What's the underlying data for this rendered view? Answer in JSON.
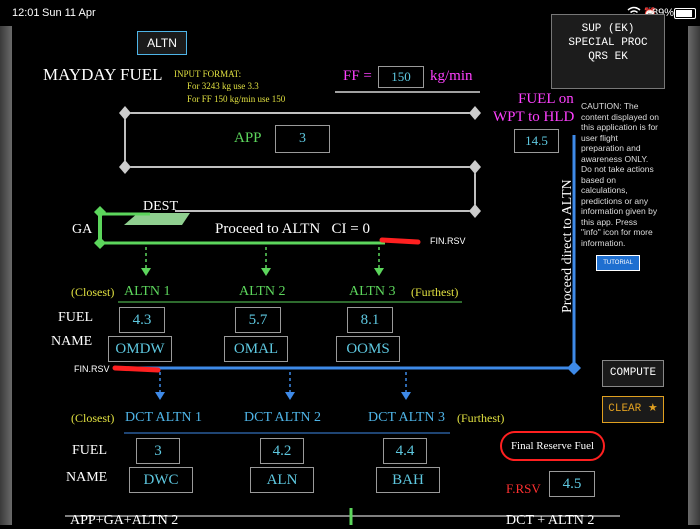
{
  "status": {
    "time": "12:01",
    "date": "Sun 11 Apr",
    "battery": "89%"
  },
  "header": {
    "altn_button": "ALTN",
    "sup_button": [
      "SUP (EK)",
      "SPECIAL PROC",
      "QRS EK"
    ],
    "title": "MAYDAY FUEL",
    "input_format": {
      "heading": "INPUT FORMAT:",
      "line1": "For 3243 kg use 3.3",
      "line2": "For FF 150 kg/min use 150"
    },
    "ff_label": "FF =",
    "ff_value": "150",
    "ff_unit": "kg/min"
  },
  "fuel_on_wpt": {
    "label1": "FUEL on",
    "label2": "WPT to HLD",
    "value": "14.5"
  },
  "app": {
    "label": "APP",
    "value": "3"
  },
  "route": {
    "dest": "DEST",
    "ga": "GA",
    "proceed": "Proceed to ALTN   CI = 0",
    "fin_rsv": "FIN.RSV",
    "proceed_direct": "Proceed direct to ALTN",
    "fin_rsv_lower": "FIN.RSV"
  },
  "caution": "CAUTION: The content displayed on this application is for user flight preparation and awareness ONLY. Do not take actions based on calculations, predictions or any information given by this app. Press \"info\" icon for more information.",
  "tutorial_button": "TUTORIAL",
  "compute_button": "COMPUTE",
  "clear_button": "CLEAR",
  "altn": {
    "closest": "(Closest)",
    "furthest": "(Furthest)",
    "fuel_label": "FUEL",
    "name_label": "NAME",
    "items": [
      {
        "label": "ALTN 1",
        "fuel": "4.3",
        "name": "OMDW"
      },
      {
        "label": "ALTN 2",
        "fuel": "5.7",
        "name": "OMAL"
      },
      {
        "label": "ALTN 3",
        "fuel": "8.1",
        "name": "OOMS"
      }
    ]
  },
  "dct": {
    "closest": "(Closest)",
    "furthest": "(Furthest)",
    "fuel_label": "FUEL",
    "name_label": "NAME",
    "items": [
      {
        "label": "DCT ALTN 1",
        "fuel": "3",
        "name": "DWC"
      },
      {
        "label": "DCT ALTN 2",
        "fuel": "4.2",
        "name": "ALN"
      },
      {
        "label": "DCT ALTN 3",
        "fuel": "4.4",
        "name": "BAH"
      }
    ]
  },
  "final_reserve": {
    "button": "Final Reserve Fuel",
    "label": "F.RSV",
    "value": "4.5"
  },
  "bottom_cut": {
    "left": "APP+GA+ALTN 2",
    "right": "DCT + ALTN 2"
  },
  "colors": {
    "green": "#5cd65c",
    "yellow": "#e0e040",
    "magenta": "#ff40ff",
    "cyan": "#4fb5e8",
    "blue": "#3e8ae8",
    "red": "#ff3030"
  }
}
